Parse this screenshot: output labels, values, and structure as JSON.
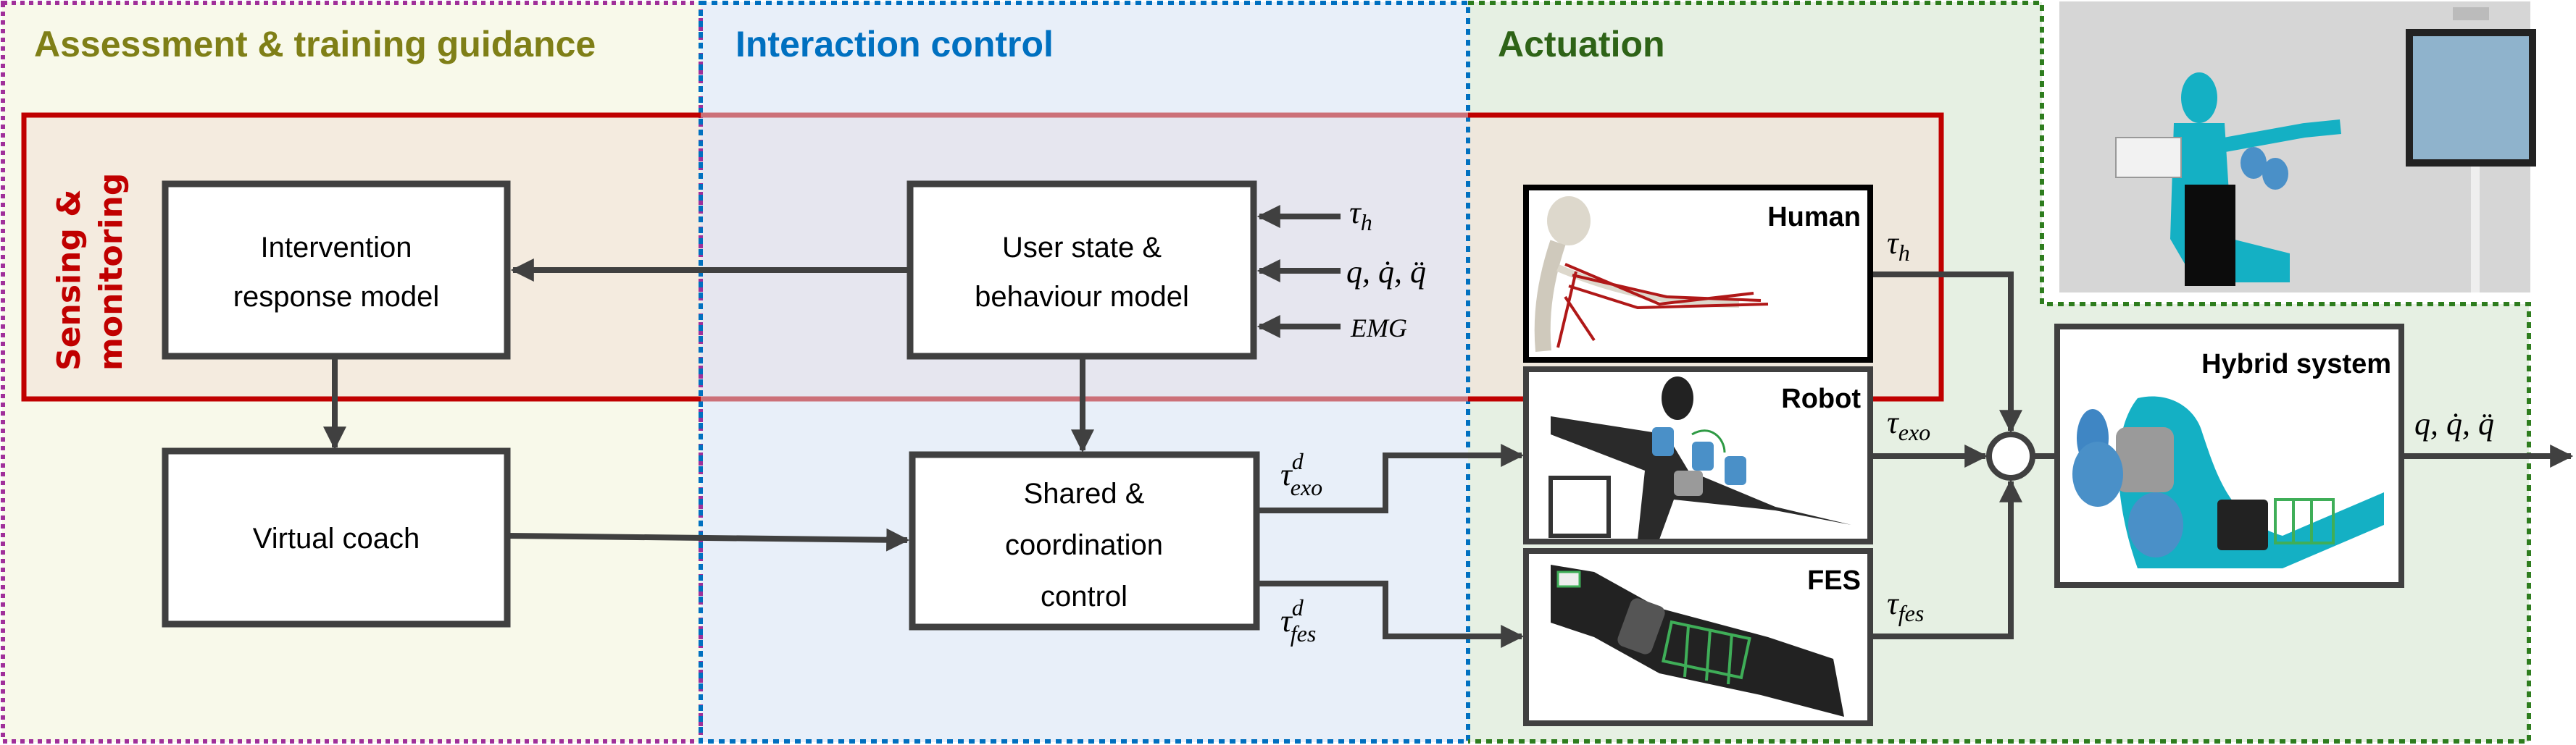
{
  "colors": {
    "assessment": "#a0309a",
    "interaction": "#0070c0",
    "actuation": "#2e7d1e",
    "sensing": "#c00000",
    "arrow": "#404040"
  },
  "regions": {
    "assessment_title": "Assessment & training guidance",
    "interaction_title": "Interaction control",
    "actuation_title": "Actuation"
  },
  "sensing": {
    "line1": "Sensing &",
    "line2": "monitoring"
  },
  "blocks": {
    "intervention": [
      "Intervention",
      "response model"
    ],
    "user_state": [
      "User state &",
      "behaviour model"
    ],
    "virtual_coach": "Virtual coach",
    "shared": [
      "Shared &",
      "coordination",
      "control"
    ]
  },
  "inputs": {
    "tau": "τ",
    "tau_h_sub": "h",
    "kinematics": "q, q̇, q̈",
    "emg": "EMG"
  },
  "commands": {
    "tau": "τ",
    "exo_sup": "d",
    "exo_sub": "exo",
    "fes_sup": "d",
    "fes_sub": "fes"
  },
  "panels": {
    "human": "Human",
    "robot": "Robot",
    "fes": "FES",
    "hybrid": "Hybrid system"
  },
  "torques": {
    "tau": "τ",
    "h": "h",
    "exo": "exo",
    "fes": "fes"
  },
  "output": "q, q̇, q̈"
}
